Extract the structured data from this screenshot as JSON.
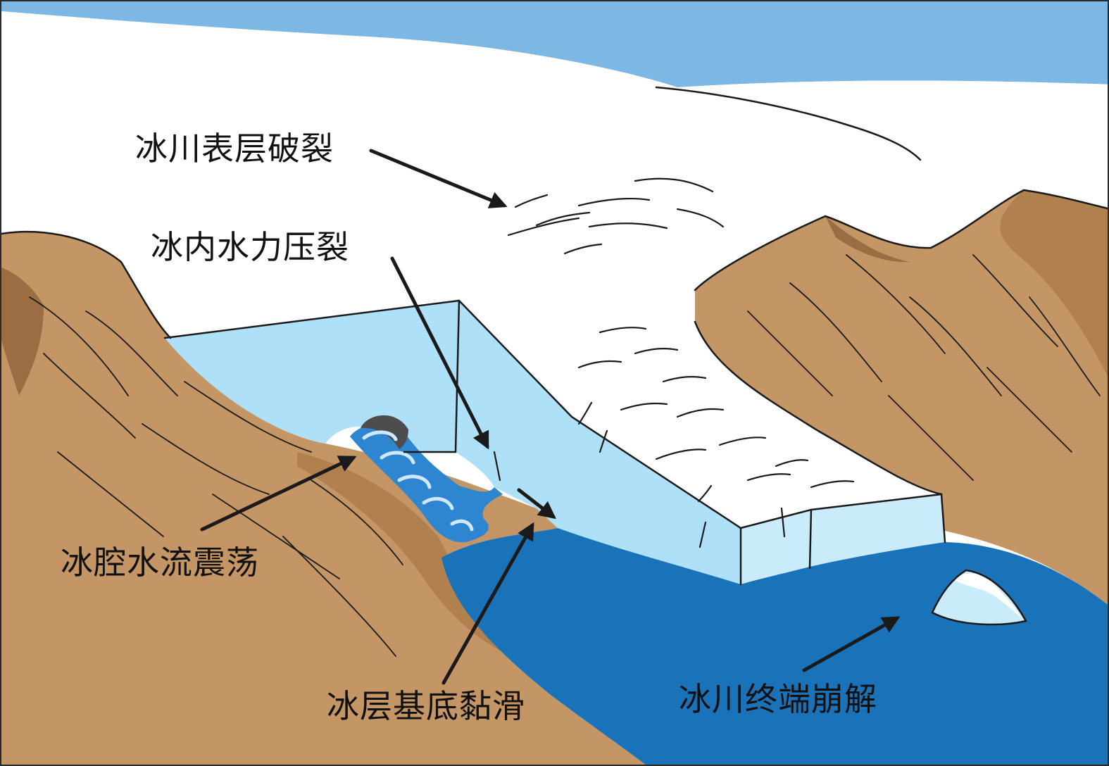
{
  "labels": {
    "surface_fracture": "冰川表层破裂",
    "hydrofracture": "冰内水力压裂",
    "conduit_oscillation": "冰腔水流震荡",
    "basal_slip": "冰层基底黏滑",
    "terminus_calving": "冰川终端崩解"
  },
  "colors": {
    "sky": "#7db7e4",
    "snow": "#ffffff",
    "ice_face": "#aee0f7",
    "ice_edge": "#c9ebfa",
    "water": "#1a72b9",
    "meltwater": "#2e86d0",
    "rock": "#c49565",
    "rock_dark": "#9c6d43",
    "rock_shadow": "#b0804f",
    "line": "#1a1a1a"
  }
}
